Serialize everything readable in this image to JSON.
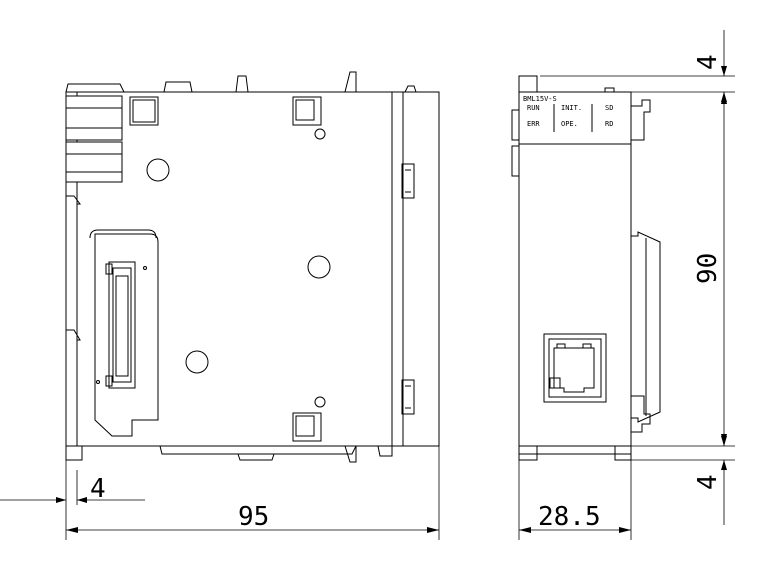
{
  "dimensions": {
    "side_offset": "4",
    "width_side": "95",
    "width_front": "28.5",
    "top_offset": "4",
    "height": "90",
    "bottom_offset": "4"
  },
  "front_panel": {
    "model": "BML15V-S",
    "leds": {
      "run": "RUN",
      "err": "ERR",
      "init": "INIT.",
      "ope": "OPE.",
      "sd": "SD",
      "rd": "RD"
    }
  }
}
